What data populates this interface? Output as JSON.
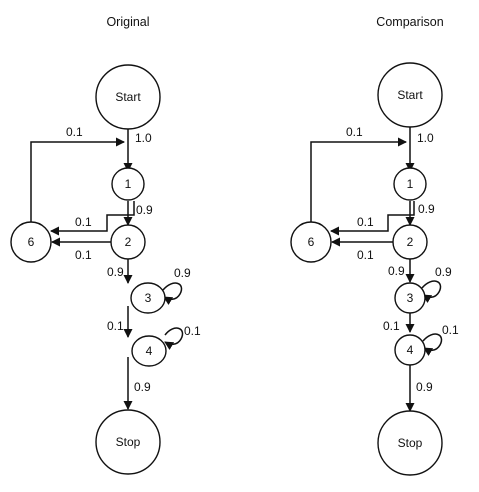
{
  "panels": [
    {
      "title": "Original",
      "nodes": {
        "start": "Start",
        "n1": "1",
        "n2": "2",
        "n3": "3",
        "n4": "4",
        "n6": "6",
        "stop": "Stop"
      },
      "edges": {
        "start_to_1": "1.0",
        "n6_to_1": "0.1",
        "n1_to_2": "0.9",
        "n1_to_6": "0.1",
        "n2_to_6": "0.1",
        "n2_to_3": "0.9",
        "n3_self": "0.9",
        "n3_to_4": "0.1",
        "n4_self": "0.1",
        "n4_to_stop": "0.9"
      }
    },
    {
      "title": "Comparison",
      "nodes": {
        "start": "Start",
        "n1": "1",
        "n2": "2",
        "n3": "3",
        "n4": "4",
        "n6": "6",
        "stop": "Stop"
      },
      "edges": {
        "start_to_1": "1.0",
        "n6_to_1": "0.1",
        "n1_to_2": "0.9",
        "n1_to_6": "0.1",
        "n2_to_6": "0.1",
        "n2_to_3": "0.9",
        "n3_self": "0.9",
        "n3_to_4": "0.1",
        "n4_self": "0.1",
        "n4_to_stop": "0.9"
      }
    }
  ]
}
